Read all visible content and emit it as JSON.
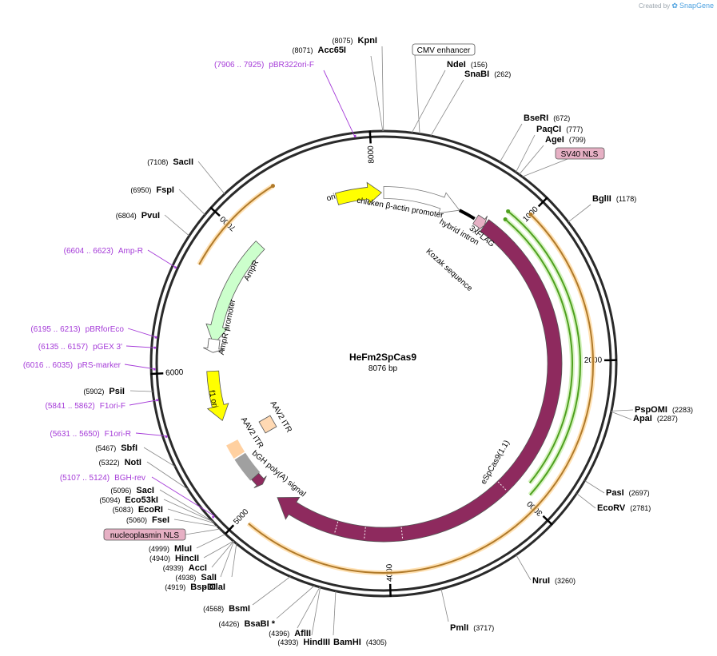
{
  "credit": {
    "prefix": "Created by",
    "brand": "SnapGene"
  },
  "plasmid": {
    "name": "HeFm2SpCas9",
    "length_label": "8076 bp",
    "length": 8076
  },
  "colors": {
    "cas9": "#8e2a5e",
    "backbone": "#2a2a2a",
    "primer": "#a53bd8",
    "ori": "#ffff00",
    "ampr": "#ccffcc",
    "itr": "#ffd9b3",
    "nls": "#e6b0c4",
    "orange_arc": "#b07a2a",
    "green_arc": "#4fa020",
    "bgh": "#a0a0a0"
  },
  "ticks": [
    {
      "pos": 1000,
      "label": "1000"
    },
    {
      "pos": 2000,
      "label": "2000"
    },
    {
      "pos": 3000,
      "label": "3000"
    },
    {
      "pos": 4000,
      "label": "4000"
    },
    {
      "pos": 5000,
      "label": "5000"
    },
    {
      "pos": 6000,
      "label": "6000"
    },
    {
      "pos": 7000,
      "label": "7000"
    },
    {
      "pos": 8000,
      "label": "8000"
    }
  ],
  "sites": [
    {
      "name": "KpnI",
      "pos_label": "(8075)"
    },
    {
      "name": "Acc65I",
      "pos_label": "(8071)"
    },
    {
      "name": "NdeI",
      "pos_label": "(156)"
    },
    {
      "name": "SnaBI",
      "pos_label": "(262)"
    },
    {
      "name": "BseRI",
      "pos_label": "(672)"
    },
    {
      "name": "PaqCI",
      "pos_label": "(777)"
    },
    {
      "name": "AgeI",
      "pos_label": "(799)"
    },
    {
      "name": "BglII",
      "pos_label": "(1178)"
    },
    {
      "name": "PspOMI",
      "pos_label": "(2283)"
    },
    {
      "name": "ApaI",
      "pos_label": "(2287)"
    },
    {
      "name": "PasI",
      "pos_label": "(2697)"
    },
    {
      "name": "EcoRV",
      "pos_label": "(2781)"
    },
    {
      "name": "NruI",
      "pos_label": "(3260)"
    },
    {
      "name": "PmlI",
      "pos_label": "(3717)"
    },
    {
      "name": "BamHI",
      "pos_label": "(4305)"
    },
    {
      "name": "HindIII",
      "pos_label": "(4393)"
    },
    {
      "name": "AflII",
      "pos_label": "(4396)"
    },
    {
      "name": "BsaBI *",
      "pos_label": "(4426)"
    },
    {
      "name": "BsmI",
      "pos_label": "(4568)"
    },
    {
      "name": "BspDI",
      "pos_label": "(4919)",
      "extra": "- ClaI"
    },
    {
      "name": "SalI",
      "pos_label": "(4938)"
    },
    {
      "name": "AccI",
      "pos_label": "(4939)"
    },
    {
      "name": "HincII",
      "pos_label": "(4940)"
    },
    {
      "name": "MluI",
      "pos_label": "(4999)"
    },
    {
      "name": "FseI",
      "pos_label": "(5060)"
    },
    {
      "name": "EcoRI",
      "pos_label": "(5083)"
    },
    {
      "name": "Eco53kI",
      "pos_label": "(5094)"
    },
    {
      "name": "SacI",
      "pos_label": "(5096)"
    },
    {
      "name": "NotI",
      "pos_label": "(5322)"
    },
    {
      "name": "SbfI",
      "pos_label": "(5467)"
    },
    {
      "name": "PsiI",
      "pos_label": "(5902)"
    },
    {
      "name": "PvuI",
      "pos_label": "(6804)"
    },
    {
      "name": "FspI",
      "pos_label": "(6950)"
    },
    {
      "name": "SacII",
      "pos_label": "(7108)"
    }
  ],
  "primers": [
    {
      "name": "pBR322ori-F",
      "range": "(7906 .. 7925)"
    },
    {
      "name": "Amp-R",
      "range": "(6604 .. 6623)"
    },
    {
      "name": "pBRforEco",
      "range": "(6195 .. 6213)"
    },
    {
      "name": "pGEX 3'",
      "range": "(6135 .. 6157)"
    },
    {
      "name": "pRS-marker",
      "range": "(6016 .. 6035)"
    },
    {
      "name": "F1ori-F",
      "range": "(5841 .. 5862)"
    },
    {
      "name": "F1ori-R",
      "range": "(5631 .. 5650)"
    },
    {
      "name": "BGH-rev",
      "range": "(5107 .. 5124)"
    }
  ],
  "boxed": [
    {
      "name": "CMV enhancer"
    },
    {
      "name": "SV40 NLS"
    },
    {
      "name": "nucleoplasmin NLS"
    }
  ],
  "features": [
    {
      "name": "ori"
    },
    {
      "name": "chicken β-actin promoter"
    },
    {
      "name": "hybrid intron"
    },
    {
      "name": "3xFLAG"
    },
    {
      "name": "Kozak sequence"
    },
    {
      "name": "AmpR"
    },
    {
      "name": "AmpR promoter"
    },
    {
      "name": "f1 ori"
    },
    {
      "name": "AAV2 ITR"
    },
    {
      "name": "AAV2 ITR"
    },
    {
      "name": "bGH poly(A) signal"
    },
    {
      "name": "eSpCas9(1.1)"
    }
  ]
}
